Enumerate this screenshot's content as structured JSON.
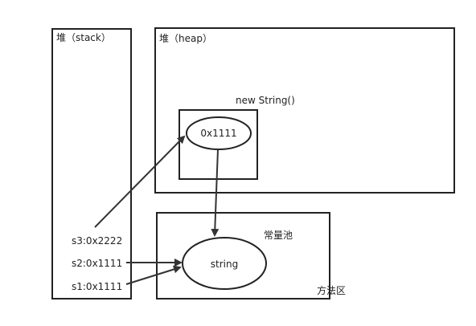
{
  "stack": {
    "title": "堆（stack）",
    "vars": {
      "s3": "s3:0x2222",
      "s2": "s2:0x1111",
      "s1": "s1:0x1111"
    }
  },
  "heap": {
    "title": "堆（heap）",
    "object_label": "new String()",
    "object_address": "0x1111"
  },
  "method_area": {
    "title": "方法区",
    "pool_label": "常量池",
    "pool_value": "string"
  },
  "colors": {
    "stroke": "#222222",
    "arrow": "#333333"
  }
}
